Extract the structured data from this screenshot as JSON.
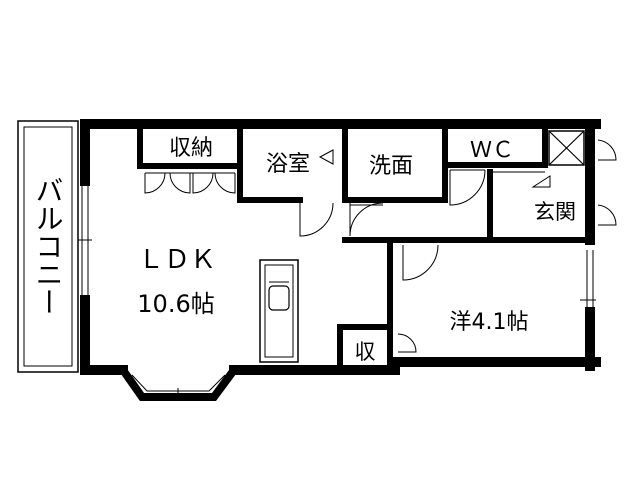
{
  "floorplan": {
    "rooms": {
      "balcony": "バルコニー",
      "ldk": "ＬＤＫ",
      "ldk_size": "10.6帖",
      "storage_top": "収納",
      "bath": "浴室",
      "washroom": "洗面",
      "wc": "ＷＣ",
      "entrance": "玄関",
      "western_room": "洋4.1帖",
      "storage_small": "収"
    }
  }
}
